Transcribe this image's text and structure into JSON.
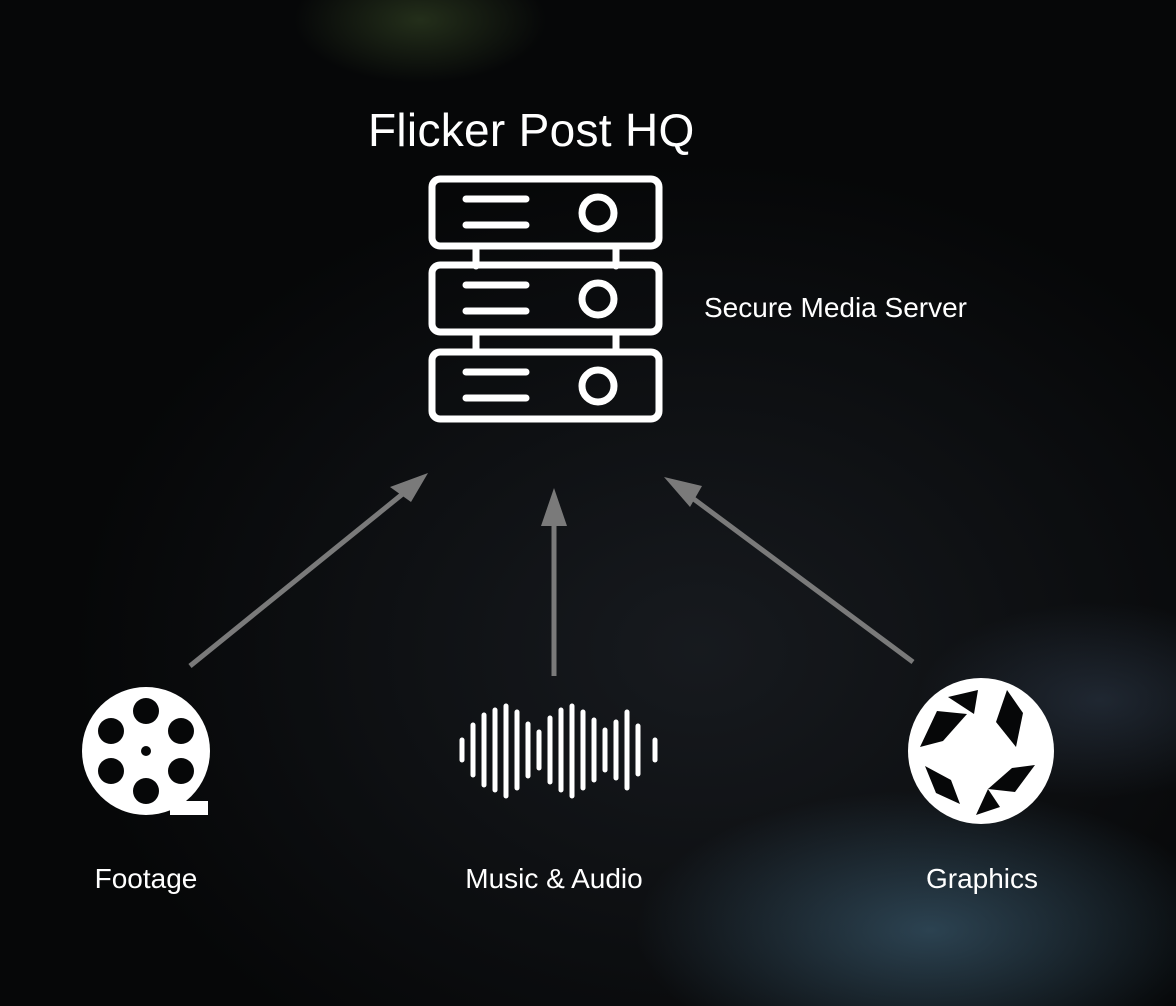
{
  "title": "Flicker Post HQ",
  "server": {
    "label": "Secure Media Server",
    "icon": "server-rack-icon"
  },
  "sources": [
    {
      "label": "Footage",
      "icon": "film-reel-icon"
    },
    {
      "label": "Music & Audio",
      "icon": "sound-wave-icon"
    },
    {
      "label": "Graphics",
      "icon": "camera-aperture-icon"
    }
  ],
  "colors": {
    "background": "#060708",
    "foreground": "#ffffff",
    "arrow": "#7a7a7a"
  }
}
